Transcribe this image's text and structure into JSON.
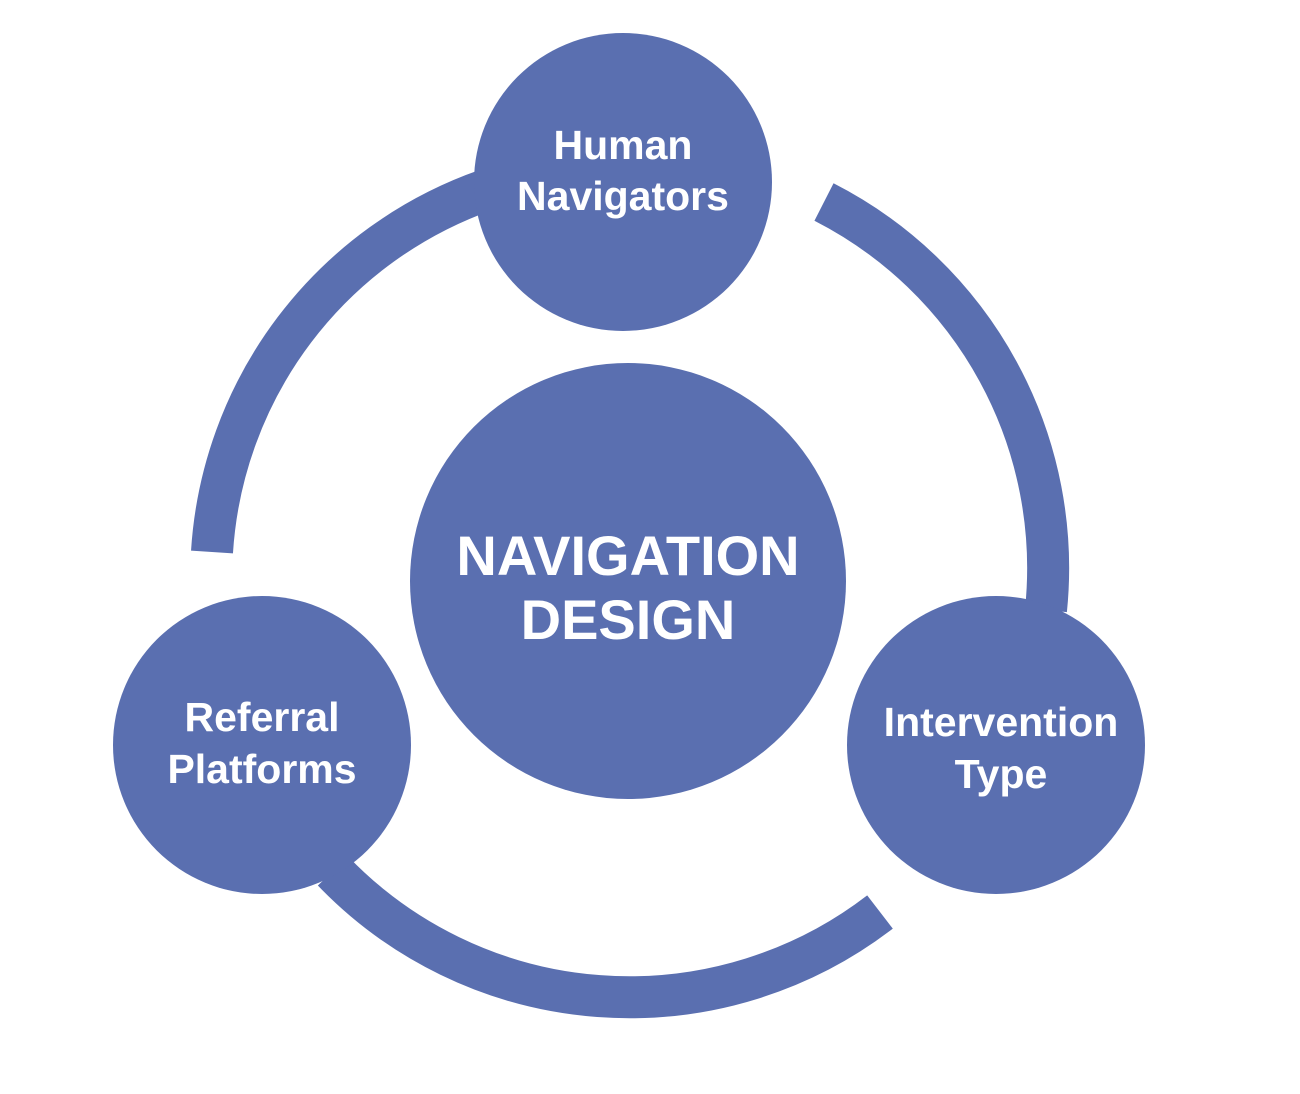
{
  "diagram": {
    "color": "#5a6fb0",
    "background": "#ffffff",
    "center": {
      "line1": "NAVIGATION",
      "line2": "DESIGN"
    },
    "nodes": [
      {
        "id": "human-navigators",
        "line1": "Human",
        "line2": "Navigators"
      },
      {
        "id": "intervention-type",
        "line1": "Intervention",
        "line2": "Type"
      },
      {
        "id": "referral-platforms",
        "line1": "Referral",
        "line2": "Platforms"
      }
    ]
  }
}
